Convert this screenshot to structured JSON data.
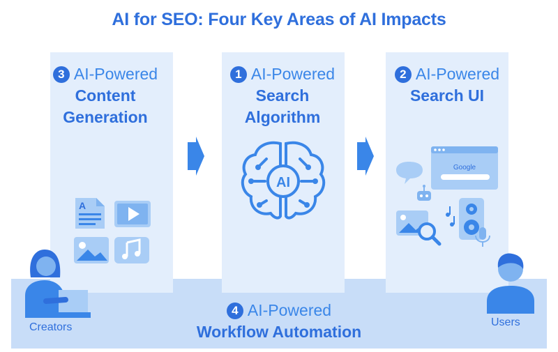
{
  "title": "AI for SEO: Four Key Areas of AI Impacts",
  "areas": [
    {
      "number": "3",
      "line1": "AI-Powered",
      "line2": "Content",
      "line3": "Generation"
    },
    {
      "number": "1",
      "line1": "AI-Powered",
      "line2": "Search",
      "line3": "Algorithm"
    },
    {
      "number": "2",
      "line1": "AI-Powered",
      "line2": "Search UI"
    }
  ],
  "workflow": {
    "number": "4",
    "line1": "AI-Powered",
    "line2": "Workflow Automation"
  },
  "brain_label": "AI",
  "search_logo": "Google",
  "people": {
    "creators": "Creators",
    "users": "Users"
  },
  "colors": {
    "primary": "#2f6fdc",
    "accent": "#3a86e8",
    "panel": "#e3eefc",
    "band": "#c8ddf8",
    "icon_light": "#a9cdf6"
  }
}
